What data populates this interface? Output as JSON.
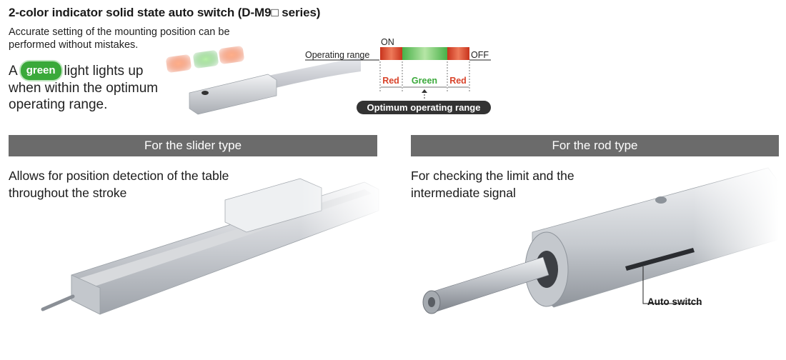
{
  "header": {
    "title": "2-color indicator solid state auto switch (D-M9□ series)",
    "subtitle": "Accurate setting of the mounting position can be performed without mistakes.",
    "green_before": "A",
    "green_pill": "green",
    "green_after": "light lights up when within the optimum operating range."
  },
  "diagram": {
    "on_label": "ON",
    "off_label": "OFF",
    "operating_range_label": "Operating range",
    "segments": [
      "Red",
      "Green",
      "Red"
    ],
    "optimum_label": "Optimum operating range",
    "colors": {
      "red": "#d9442b",
      "green": "#5cc05c",
      "pill": "#333333"
    }
  },
  "sections": {
    "slider": {
      "bar_label": "For the slider type",
      "description": "Allows for position detection of the table throughout the stroke"
    },
    "rod": {
      "bar_label": "For the rod type",
      "description": "For checking the limit and the intermediate signal",
      "callout": "Auto switch"
    }
  }
}
